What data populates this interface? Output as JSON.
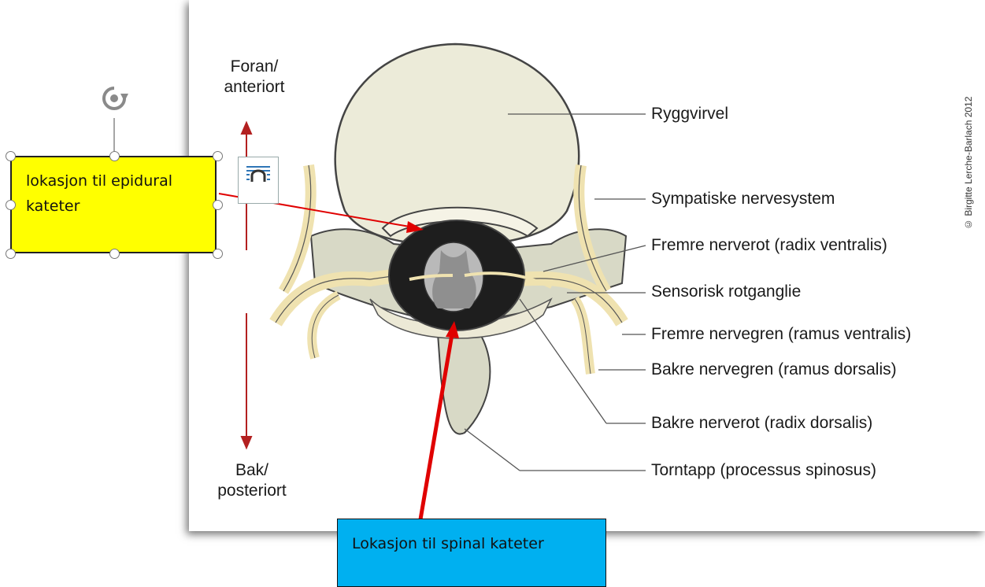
{
  "diagram": {
    "direction_top": [
      "Foran/",
      "anteriort"
    ],
    "direction_bottom": [
      "Bak/",
      "posteriort"
    ],
    "copyright": "© Birgitte Lerche-Barlach 2012",
    "labels": {
      "ryggvirvel": "Ryggvirvel",
      "sympatiske": "Sympatiske nervesystem",
      "fremre_nerverot": "Fremre nerverot (radix ventralis)",
      "sensorisk": "Sensorisk rotganglie",
      "fremre_nervegren": "Fremre nervegren (ramus ventralis)",
      "bakre_nervegren": "Bakre nervegren (ramus dorsalis)",
      "bakre_nerverot": "Bakre nerverot (radix dorsalis)",
      "torntapp": "Torntapp (processus spinosus)"
    }
  },
  "callouts": {
    "epidural": [
      "lokasjon til epidural",
      "kateter"
    ],
    "spinal": "Lokasjon til spinal kateter"
  },
  "colors": {
    "callout_yellow": "#ffff00",
    "callout_blue": "#00b0f0",
    "arrow_red": "#e00000",
    "bone": "#d8d9c6",
    "nerve": "#efe2b0"
  },
  "icons": [
    "rotate-handle-icon",
    "layout-options-icon"
  ]
}
